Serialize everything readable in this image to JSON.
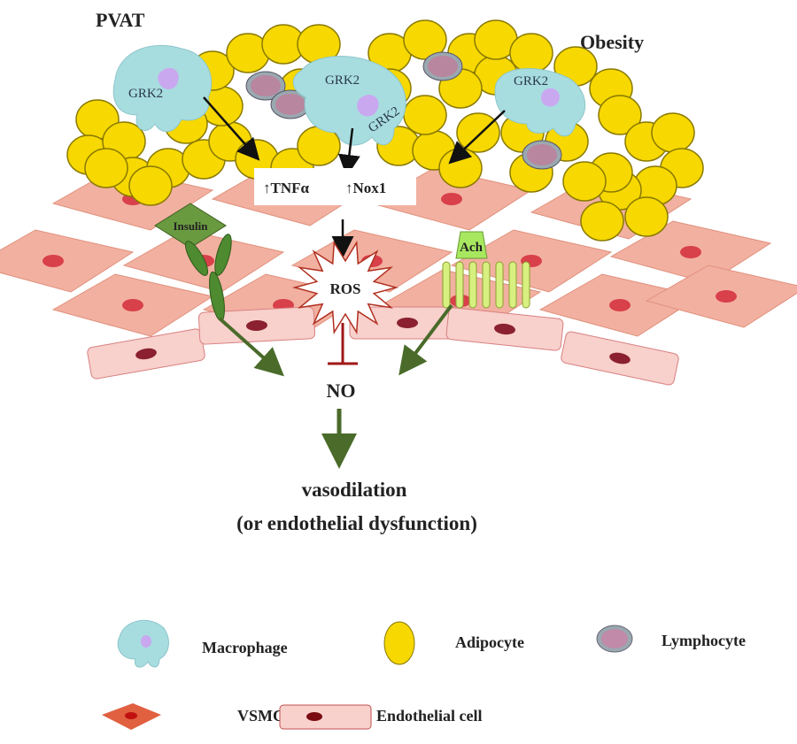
{
  "labels": {
    "pvat": "PVAT",
    "obesity": "Obesity",
    "grk2": "GRK2",
    "tnf": "↑TNFα",
    "nox": "↑Nox1",
    "insulin": "Insulin",
    "ach": "Ach",
    "ros": "ROS",
    "no": "NO",
    "outcome_line1": "vasodilation",
    "outcome_line2": "(or endothelial dysfunction)"
  },
  "legend": {
    "macrophage": "Macrophage",
    "adipocyte": "Adipocyte",
    "lymphocyte": "Lymphocyte",
    "vsmc": "VSMC",
    "endothelial": "Endothelial cell"
  },
  "colors": {
    "adipocyte": "#f7d800",
    "macrophage": "#a8dde0",
    "lymphocyte": "#b8869e",
    "vsmc": "#f2b0a0",
    "endothelial": "#f8d0cc",
    "green_arrow": "#4a6b2a",
    "inhibit": "#a01818"
  }
}
